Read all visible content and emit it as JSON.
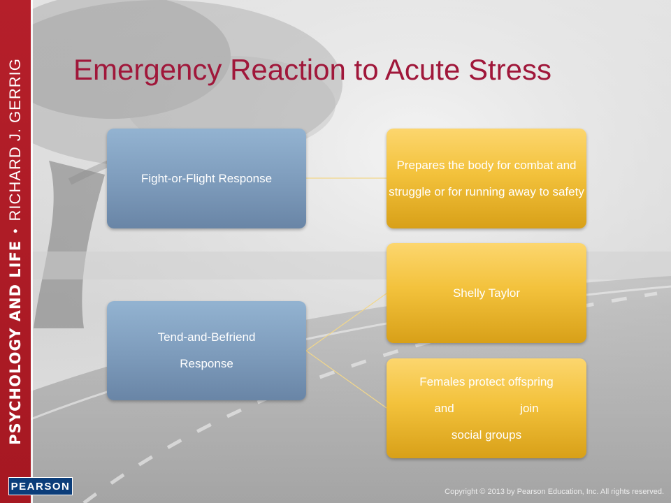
{
  "slide": {
    "title": "Emergency Reaction to Acute Stress",
    "sidebar": {
      "book_title": "PSYCHOLOGY AND LIFE",
      "separator": "•",
      "author": "RICHARD J. GERRIG"
    },
    "diagram": {
      "responses": [
        {
          "label": "Fight-or-Flight Response"
        },
        {
          "label": "Tend-and-Befriend Response"
        }
      ],
      "details": [
        {
          "label": "Prepares the body for combat and struggle or for running away to safety"
        },
        {
          "label": "Shelly Taylor"
        },
        {
          "label": "Females protect offspring\nand                    join\nsocial groups"
        }
      ]
    },
    "footer": {
      "publisher": "PEARSON",
      "copyright": "Copyright © 2013 by Pearson Education, Inc. All rights reserved."
    },
    "colors": {
      "title": "#a0173a",
      "sidebar": "#b51f2a",
      "response_box": "#7d9bbb",
      "detail_box": "#f3c23c",
      "connector": "#f2d78a"
    }
  }
}
